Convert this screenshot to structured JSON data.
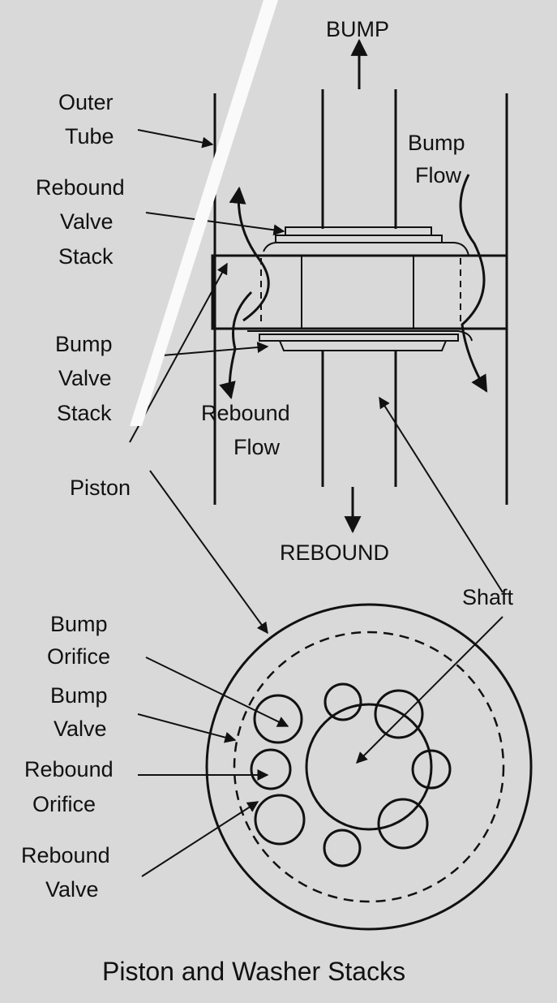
{
  "labels": {
    "bump": "BUMP",
    "rebound": "REBOUND",
    "outer_tube": [
      "Outer",
      "Tube"
    ],
    "rebound_valve_stack": [
      "Rebound",
      "Valve",
      "Stack"
    ],
    "bump_flow": [
      "Bump",
      "Flow"
    ],
    "bump_valve_stack": [
      "Bump",
      "Valve",
      "Stack"
    ],
    "rebound_flow": [
      "Rebound",
      "Flow"
    ],
    "piston": "Piston",
    "shaft": "Shaft",
    "bump_orifice": [
      "Bump",
      "Orifice"
    ],
    "bump_valve": [
      "Bump",
      "Valve"
    ],
    "rebound_orifice": [
      "Rebound",
      "Orifice"
    ],
    "rebound_valve": [
      "Rebound",
      "Valve"
    ]
  },
  "caption": "Piston and Washer Stacks"
}
